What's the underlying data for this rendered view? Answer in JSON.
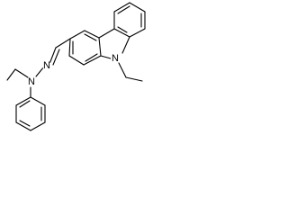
{
  "molecule": {
    "atoms": {
      "n_carbazole": {
        "symbol": "N"
      },
      "n_hydrazone_imine": {
        "symbol": "N"
      },
      "n_hydrazone_amine": {
        "symbol": "N"
      }
    }
  }
}
